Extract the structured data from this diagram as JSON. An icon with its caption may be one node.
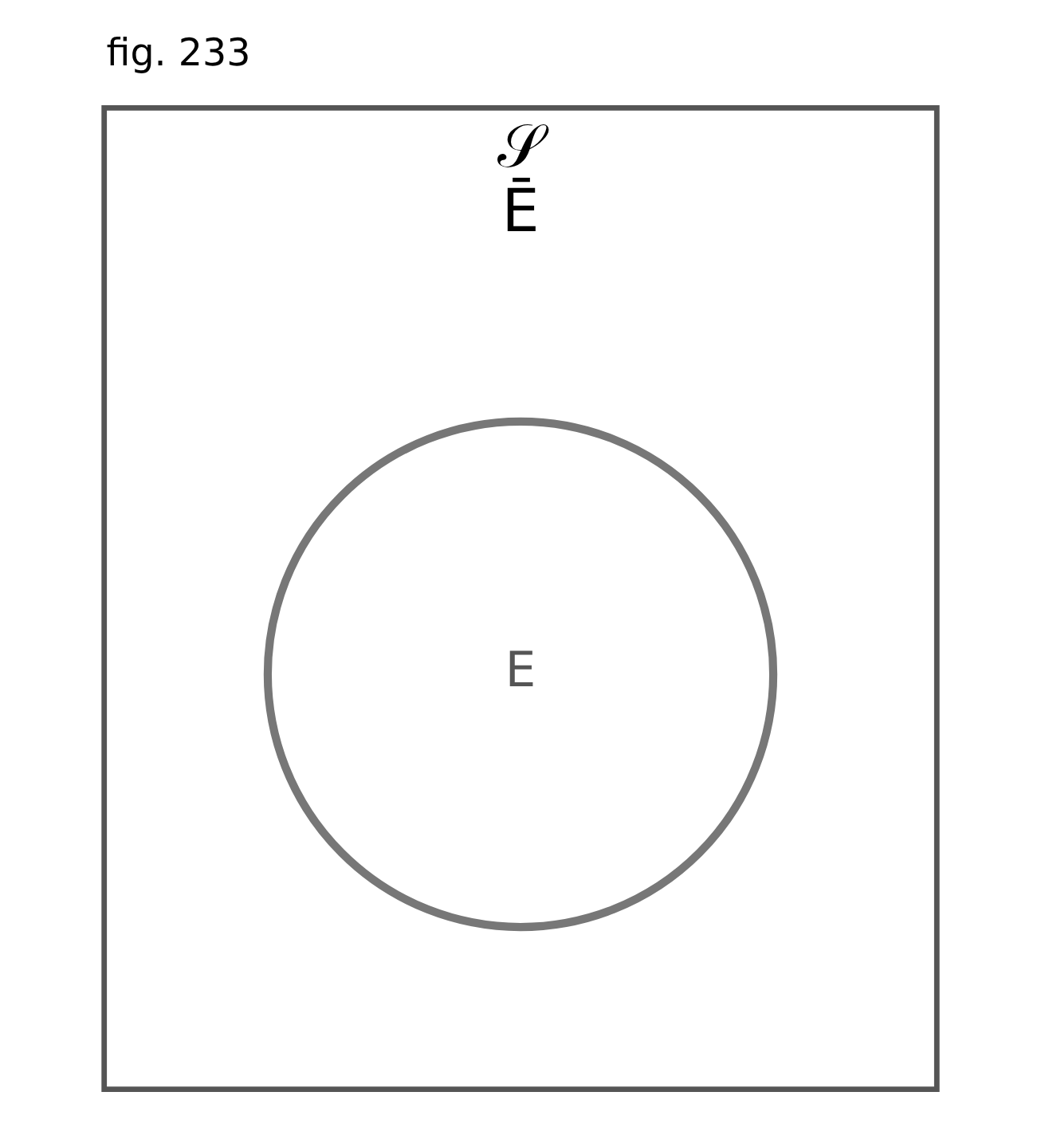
{
  "diagram": {
    "caption": "fig. 233",
    "nodes": [
      {
        "text": [
          "𝒮",
          "Ē"
        ]
      },
      {
        "text": [
          "E"
        ],
        "in": 0
      }
    ]
  }
}
